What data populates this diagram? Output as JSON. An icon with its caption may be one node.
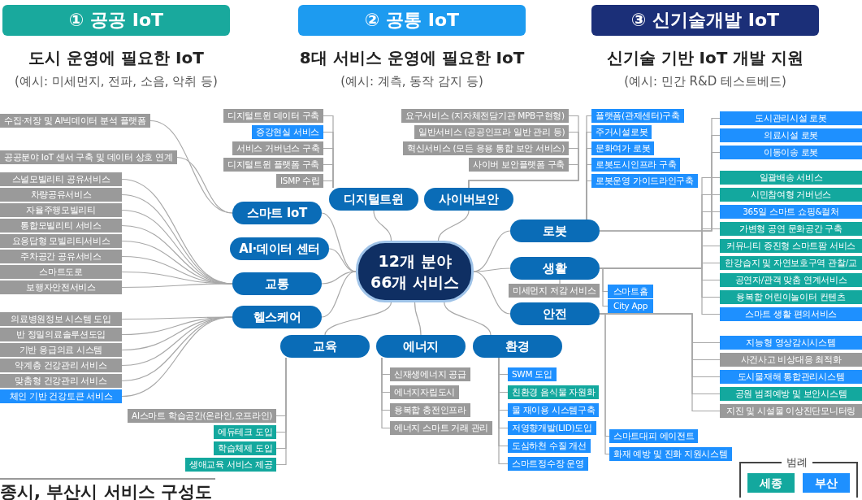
{
  "diagram": {
    "caption": "종시, 부산시 서비스 구성도",
    "nodes": [
      {
        "text": [
          "① 공공 IoT",
          "도시 운영에 필요한 IoT",
          "(예시: 미세먼지, 전파, 소음, 악취 등)"
        ]
      },
      {
        "text": [
          "② 공통 IoT",
          "8대 서비스 운영에 필요한 IoT",
          "(예시: 계측, 동작 감지 등)"
        ]
      },
      {
        "text": [
          "③ 신기술개발 IoT",
          "신기술 기반 IoT 개발 지원",
          "(예시: 민간 R&D 테스트베드)"
        ]
      },
      {
        "text": [
          "12개 분야 66개 서비스"
        ]
      },
      {
        "text": [
          "스마트 IoT"
        ]
      },
      {
        "text": [
          "AI·데이터 센터"
        ]
      },
      {
        "text": [
          "교통"
        ]
      },
      {
        "text": [
          "헬스케어"
        ]
      },
      {
        "text": [
          "디지털트윈"
        ]
      },
      {
        "text": [
          "사이버보안"
        ]
      },
      {
        "text": [
          "교육"
        ]
      },
      {
        "text": [
          "에너지"
        ]
      },
      {
        "text": [
          "환경"
        ]
      },
      {
        "text": [
          "로봇"
        ]
      },
      {
        "text": [
          "생활"
        ]
      },
      {
        "text": [
          "안전"
        ]
      },
      {
        "text": [
          "수집·저장 및 AI빅데이터 분석 플랫폼"
        ]
      },
      {
        "text": [
          "공공분야 IoT 센서 구축 및 데이터 상호 연계"
        ]
      },
      {
        "text": [
          "스널모빌리티 공유서비스"
        ]
      },
      {
        "text": [
          "차량공유서비스"
        ]
      },
      {
        "text": [
          "자율주행모빌리티"
        ]
      },
      {
        "text": [
          "통합모빌리티 서비스"
        ]
      },
      {
        "text": [
          "요응답형 모빌리티서비스"
        ]
      },
      {
        "text": [
          "주차공간 공유서비스"
        ]
      },
      {
        "text": [
          "스마트도로"
        ]
      },
      {
        "text": [
          "보행자안전서비스"
        ]
      },
      {
        "text": [
          "의료병원정보 시스템 도입"
        ]
      },
      {
        "text": [
          "반 정밀의료솔루션도입"
        ]
      },
      {
        "text": [
          "기반 응급의료 시스템"
        ]
      },
      {
        "text": [
          "약계층 건강관리 서비스"
        ]
      },
      {
        "text": [
          "맞춤형 건강관리 서비스"
        ]
      },
      {
        "text": [
          "체인 기반 건강토큰 서비스"
        ]
      },
      {
        "text": [
          "디지털트윈 데이터 구축"
        ]
      },
      {
        "text": [
          "증강현실 서비스"
        ]
      },
      {
        "text": [
          "서비스 거버넌스 구축"
        ]
      },
      {
        "text": [
          "디지털트윈 플랫폼 구축"
        ]
      },
      {
        "text": [
          "ISMP 수립"
        ]
      },
      {
        "text": [
          "요구서비스 (지자체전담기관 MPB구현형)"
        ]
      },
      {
        "text": [
          "일반서비스 (공공인프라 일반 관리 등)"
        ]
      },
      {
        "text": [
          "혁신서비스 (모든 응용 통합 보안 서비스)"
        ]
      },
      {
        "text": [
          "사이버 보안플랫폼 구축"
        ]
      },
      {
        "text": [
          "AI스마트 학습공간(온라인,오프라인)"
        ]
      },
      {
        "text": [
          "에듀테크 도입"
        ]
      },
      {
        "text": [
          "학습체제 도입"
        ]
      },
      {
        "text": [
          "생애교육 서비스 제공"
        ]
      },
      {
        "text": [
          "신재생에너지 공급"
        ]
      },
      {
        "text": [
          "에너지자립도시"
        ]
      },
      {
        "text": [
          "융복합 충전인프라"
        ]
      },
      {
        "text": [
          "에너지 스마트 거래 관리"
        ]
      },
      {
        "text": [
          "SWM 도입"
        ]
      },
      {
        "text": [
          "친환경 음식물 자원화"
        ]
      },
      {
        "text": [
          "물 재이용 시스템구축"
        ]
      },
      {
        "text": [
          "저영향개발(LID)도입"
        ]
      },
      {
        "text": [
          "도심하천 수질 개선"
        ]
      },
      {
        "text": [
          "스마트정수장 운영"
        ]
      },
      {
        "text": [
          "플랫폼(관제센터)구축"
        ]
      },
      {
        "text": [
          "주거시설로봇"
        ]
      },
      {
        "text": [
          "문화여가 로봇"
        ]
      },
      {
        "text": [
          "로봇도시인프라 구축"
        ]
      },
      {
        "text": [
          "로봇운영 가이드라인구축"
        ]
      },
      {
        "text": [
          "도시관리시설 로봇"
        ]
      },
      {
        "text": [
          "의료시설 로봇"
        ]
      },
      {
        "text": [
          "이동이송 로봇"
        ]
      },
      {
        "text": [
          "스마트홈"
        ]
      },
      {
        "text": [
          "City App"
        ]
      },
      {
        "text": [
          "미세먼지 저감 서비스"
        ]
      },
      {
        "text": [
          "일괄배송 서비스"
        ]
      },
      {
        "text": [
          "시민참여형 거버넌스"
        ]
      },
      {
        "text": [
          "365일 스마트 쇼핑&컬처"
        ]
      },
      {
        "text": [
          "가변형 공연 문화공간 구축"
        ]
      },
      {
        "text": [
          "커뮤니티 증진형 스마트팜 서비스"
        ]
      },
      {
        "text": [
          "한강습지 및 자연보호구역 관찰/교"
        ]
      },
      {
        "text": [
          "공연자/관객 맞춤 연계서비스"
        ]
      },
      {
        "text": [
          "융복합 어린이놀이터 컨텐츠"
        ]
      },
      {
        "text": [
          "스마트 생활 편의서비스"
        ]
      },
      {
        "text": [
          "스마트대피 에이전트"
        ]
      },
      {
        "text": [
          "화재 예방 및 진화 지원시스템"
        ]
      },
      {
        "text": [
          "지능형 영상감시시스템"
        ]
      },
      {
        "text": [
          "사건사고 비상대응 최적화"
        ]
      },
      {
        "text": [
          "도시물재해 통합관리시스템"
        ]
      },
      {
        "text": [
          "공원 범죄예방 및 보안시스템"
        ]
      },
      {
        "text": [
          "지진 및 시설물 이상진단모니터링"
        ]
      }
    ],
    "edges": [
      {
        "from": 4,
        "to": 3,
        "arrow": "none"
      },
      {
        "from": 5,
        "to": 3,
        "arrow": "none"
      },
      {
        "from": 6,
        "to": 3,
        "arrow": "none"
      },
      {
        "from": 7,
        "to": 3,
        "arrow": "none"
      },
      {
        "from": 8,
        "to": 3,
        "arrow": "none"
      },
      {
        "from": 10,
        "to": 3,
        "arrow": "none"
      },
      {
        "from": 11,
        "to": 3,
        "arrow": "none"
      },
      {
        "from": 3,
        "to": 9,
        "arrow": "none"
      },
      {
        "from": 3,
        "to": 12,
        "arrow": "none"
      },
      {
        "from": 3,
        "to": 13,
        "arrow": "none"
      },
      {
        "from": 3,
        "to": 14,
        "arrow": "none"
      },
      {
        "from": 3,
        "to": 15,
        "arrow": "none"
      },
      {
        "from": 16,
        "to": 4,
        "arrow": "none"
      },
      {
        "from": 17,
        "to": 4,
        "arrow": "none"
      },
      {
        "from": 18,
        "to": 6,
        "arrow": "none"
      },
      {
        "from": 19,
        "to": 6,
        "arrow": "none"
      },
      {
        "from": 20,
        "to": 6,
        "arrow": "none"
      },
      {
        "from": 21,
        "to": 6,
        "arrow": "none"
      },
      {
        "from": 22,
        "to": 6,
        "arrow": "none"
      },
      {
        "from": 23,
        "to": 6,
        "arrow": "none"
      },
      {
        "from": 24,
        "to": 6,
        "arrow": "none"
      },
      {
        "from": 25,
        "to": 6,
        "arrow": "none"
      },
      {
        "from": 26,
        "to": 7,
        "arrow": "none"
      },
      {
        "from": 27,
        "to": 7,
        "arrow": "none"
      },
      {
        "from": 28,
        "to": 7,
        "arrow": "none"
      },
      {
        "from": 29,
        "to": 7,
        "arrow": "none"
      },
      {
        "from": 30,
        "to": 7,
        "arrow": "none"
      },
      {
        "from": 31,
        "to": 7,
        "arrow": "none"
      },
      {
        "from": 32,
        "to": 8,
        "arrow": "none"
      },
      {
        "from": 33,
        "to": 8,
        "arrow": "none"
      },
      {
        "from": 34,
        "to": 8,
        "arrow": "none"
      },
      {
        "from": 35,
        "to": 8,
        "arrow": "none"
      },
      {
        "from": 36,
        "to": 8,
        "arrow": "none"
      },
      {
        "from": 9,
        "to": 37,
        "arrow": "none"
      },
      {
        "from": 9,
        "to": 38,
        "arrow": "none"
      },
      {
        "from": 9,
        "to": 39,
        "arrow": "none"
      },
      {
        "from": 9,
        "to": 40,
        "arrow": "none"
      },
      {
        "from": 41,
        "to": 10,
        "arrow": "none"
      },
      {
        "from": 42,
        "to": 10,
        "arrow": "none"
      },
      {
        "from": 43,
        "to": 10,
        "arrow": "none"
      },
      {
        "from": 44,
        "to": 10,
        "arrow": "none"
      },
      {
        "from": 45,
        "to": 11,
        "arrow": "none"
      },
      {
        "from": 46,
        "to": 11,
        "arrow": "none"
      },
      {
        "from": 47,
        "to": 11,
        "arrow": "none"
      },
      {
        "from": 48,
        "to": 11,
        "arrow": "none"
      },
      {
        "from": 12,
        "to": 49,
        "arrow": "none"
      },
      {
        "from": 12,
        "to": 50,
        "arrow": "none"
      },
      {
        "from": 12,
        "to": 51,
        "arrow": "none"
      },
      {
        "from": 12,
        "to": 52,
        "arrow": "none"
      },
      {
        "from": 12,
        "to": 53,
        "arrow": "none"
      },
      {
        "from": 12,
        "to": 54,
        "arrow": "none"
      },
      {
        "from": 13,
        "to": 55,
        "arrow": "none"
      },
      {
        "from": 13,
        "to": 56,
        "arrow": "none"
      },
      {
        "from": 13,
        "to": 57,
        "arrow": "none"
      },
      {
        "from": 13,
        "to": 58,
        "arrow": "none"
      },
      {
        "from": 13,
        "to": 59,
        "arrow": "none"
      },
      {
        "from": 13,
        "to": 60,
        "arrow": "none"
      },
      {
        "from": 13,
        "to": 61,
        "arrow": "none"
      },
      {
        "from": 13,
        "to": 62,
        "arrow": "none"
      },
      {
        "from": 14,
        "to": 63,
        "arrow": "none"
      },
      {
        "from": 14,
        "to": 64,
        "arrow": "none"
      },
      {
        "from": 14,
        "to": 65,
        "arrow": "none"
      },
      {
        "from": 14,
        "to": 66,
        "arrow": "none"
      },
      {
        "from": 14,
        "to": 67,
        "arrow": "none"
      },
      {
        "from": 14,
        "to": 68,
        "arrow": "none"
      },
      {
        "from": 14,
        "to": 69,
        "arrow": "none"
      },
      {
        "from": 14,
        "to": 70,
        "arrow": "none"
      },
      {
        "from": 14,
        "to": 71,
        "arrow": "none"
      },
      {
        "from": 14,
        "to": 72,
        "arrow": "none"
      },
      {
        "from": 14,
        "to": 73,
        "arrow": "none"
      },
      {
        "from": 14,
        "to": 74,
        "arrow": "none"
      },
      {
        "from": 15,
        "to": 75,
        "arrow": "none"
      },
      {
        "from": 15,
        "to": 76,
        "arrow": "none"
      },
      {
        "from": 15,
        "to": 77,
        "arrow": "none"
      },
      {
        "from": 15,
        "to": 78,
        "arrow": "none"
      },
      {
        "from": 15,
        "to": 79,
        "arrow": "none"
      },
      {
        "from": 15,
        "to": 80,
        "arrow": "none"
      },
      {
        "from": 15,
        "to": 81,
        "arrow": "none"
      }
    ],
    "labels": [
      "범례"
    ],
    "legend": [
      {
        "text": "세종",
        "color": "#13a89e"
      },
      {
        "text": "부산",
        "color": "#1e90ff"
      }
    ]
  }
}
